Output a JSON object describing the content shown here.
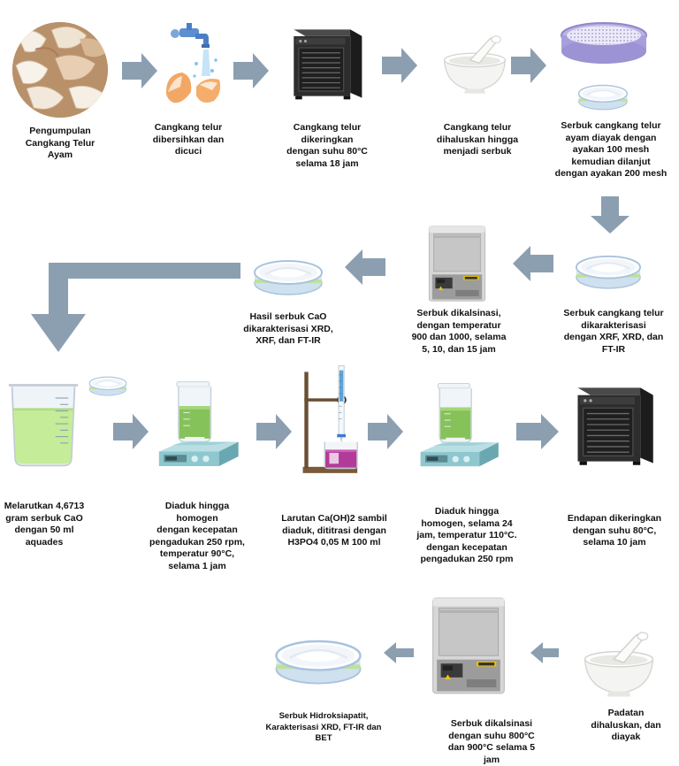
{
  "steps": {
    "s1": "Pengumpulan\nCangkang Telur\nAyam",
    "s2": "Cangkang telur\ndibersihkan dan\ndicuci",
    "s3": "Cangkang telur\ndikeringkan\ndengan suhu 80°C\nselama 18 jam",
    "s4": "Cangkang telur\ndihaluskan hingga\nmenjadi serbuk",
    "s5": "Serbuk cangkang telur\nayam diayak dengan\nayakan 100 mesh\nkemudian dilanjut\ndengan ayakan 200 mesh",
    "s6": "Serbuk cangkang telur\ndikarakterisasi\ndengan XRF, XRD, dan\nFT-IR",
    "s7": "Serbuk dikalsinasi,\ndengan temperatur\n900 dan 1000, selama\n5, 10, dan 15 jam",
    "s8": "Hasil serbuk CaO\ndikarakterisasi XRD,\nXRF, dan FT-IR",
    "s9": "Melarutkan 4,6713\ngram serbuk CaO\ndengan 50 ml\naquades",
    "s10": "Diaduk hingga\nhomogen\ndengan kecepatan\npengadukan 250 rpm,\ntemperatur 90°C,\nselama 1 jam",
    "s11": "Larutan Ca(OH)2 sambil\ndiaduk, dititrasi dengan\nH3PO4 0,05 M 100 ml",
    "s12": "Diaduk hingga\nhomogen, selama 24\njam, temperatur 110°C.\ndengan kecepatan\npengadukan 250 rpm",
    "s13": "Endapan dikeringkan\ndengan suhu 80°C,\nselama 10 jam",
    "s14": "Padatan\ndihaluskan, dan\ndiayak",
    "s15": "Serbuk dikalsinasi\ndengan suhu 800°C\ndan 900°C selama 5\njam",
    "s16": "Serbuk Hidroksiapatit,\nKarakterisasi XRD, FT-IR dan\nBET"
  },
  "icons": {
    "egg_shells": "egg-shells-icon",
    "washing": "faucet-washing-icon",
    "oven": "drying-oven-icon",
    "mortar": "mortar-pestle-icon",
    "sieve": "sieve-icon",
    "dish": "petri-dish-powder-icon",
    "furnace": "furnace-icon",
    "beaker": "beaker-icon",
    "stirrer": "magnetic-stirrer-icon",
    "titration": "titration-icon"
  },
  "colors": {
    "arrow": "#8c9fb1",
    "dish_rim": "#a9c3dd",
    "liquid_green": "#b6e48e",
    "titration_purple": "#b23a98",
    "oven_body": "#2a2a2a",
    "stirrer_body": "#8fc7cf"
  }
}
